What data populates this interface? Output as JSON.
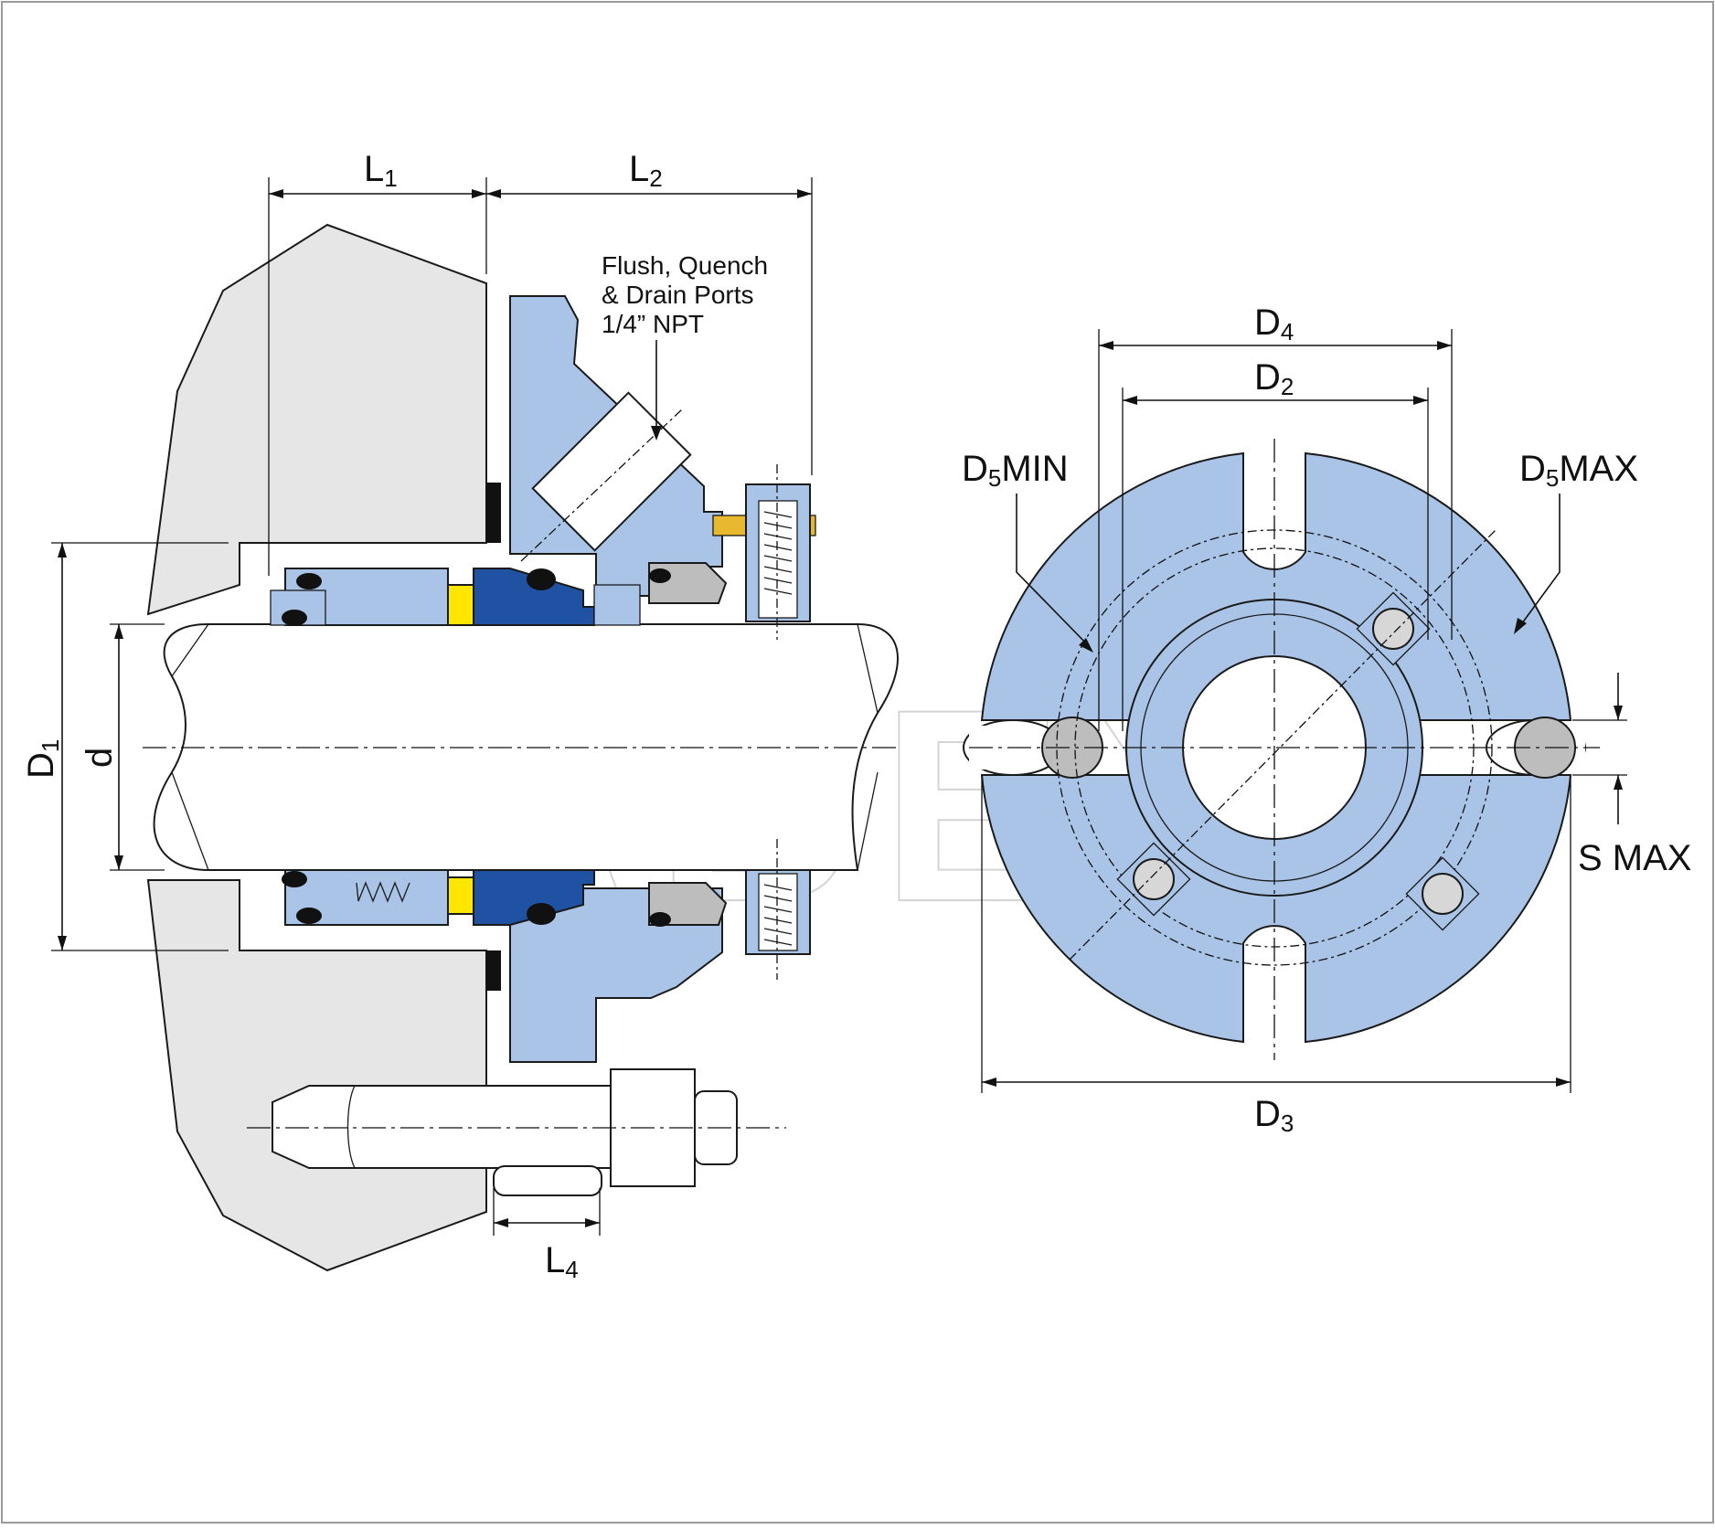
{
  "watermark": "ABEX",
  "colors": {
    "frame": "#9a9a9a",
    "housing": "#e6e6e6",
    "seal_body": "#a9c4e6",
    "seal_dark_blue": "#1f52a3",
    "yellow_part": "#ffe600",
    "gold_part": "#e8b82e",
    "grey_part": "#bdbdbd",
    "shaft": "#ffffff",
    "black_ring": "#111111"
  },
  "section_view": {
    "labels": {
      "L1": {
        "main": "L",
        "sub": "1"
      },
      "L2": {
        "main": "L",
        "sub": "2"
      },
      "L4": {
        "main": "L",
        "sub": "4"
      },
      "D1": {
        "main": "D",
        "sub": "1"
      },
      "d": {
        "main": "d"
      }
    },
    "port_note": {
      "line1": "Flush, Quench",
      "line2": "& Drain Ports",
      "line3": "1/4” NPT"
    }
  },
  "end_view": {
    "labels": {
      "D4": {
        "main": "D",
        "sub": "4"
      },
      "D2": {
        "main": "D",
        "sub": "2"
      },
      "D3": {
        "main": "D",
        "sub": "3"
      },
      "D5MIN": {
        "main": "D",
        "sub": "5",
        "suffix": "MIN"
      },
      "D5MAX": {
        "main": "D",
        "sub": "5",
        "suffix": "MAX"
      },
      "SMAX": {
        "text": "S MAX"
      }
    }
  }
}
